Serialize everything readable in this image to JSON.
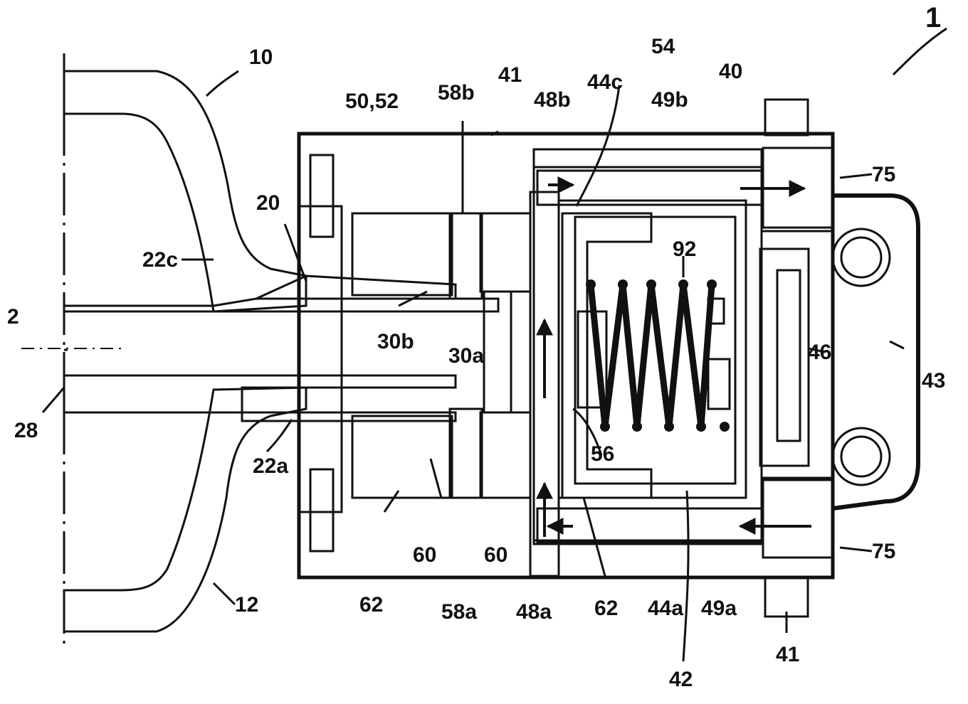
{
  "colors": {
    "ink": "#111111",
    "paper": "#ffffff",
    "coil": "#1e1e1e"
  },
  "labels": {
    "l1": "1",
    "l10": "10",
    "l2": "2",
    "l12": "12",
    "l20": "20",
    "l22c": "22c",
    "l22a": "22a",
    "l28": "28",
    "l30a": "30a",
    "l30b": "30b",
    "l40": "40",
    "l41a": "41",
    "l41b": "41",
    "l42": "42",
    "l43": "43",
    "l44a": "44a",
    "l44c": "44c",
    "l46": "46",
    "l48a": "48a",
    "l48b": "48b",
    "l49a": "49a",
    "l49b": "49b",
    "l5052": "50,52",
    "l54": "54",
    "l56": "56",
    "l58a": "58a",
    "l58b": "58b",
    "l60a": "60",
    "l60b": "60",
    "l62a": "62",
    "l62b": "62",
    "l75a": "75",
    "l75b": "75",
    "l92": "92"
  }
}
